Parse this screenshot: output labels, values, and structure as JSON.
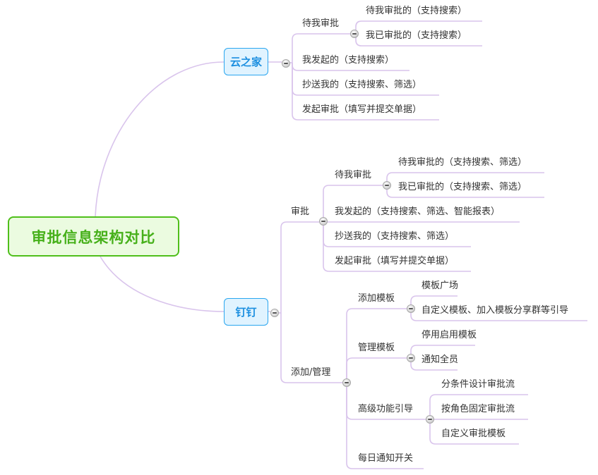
{
  "root": {
    "label": "审批信息架构对比"
  },
  "branches": [
    {
      "label": "云之家",
      "children": [
        {
          "label": "待我审批",
          "children": [
            {
              "label": "待我审批的（支持搜索）"
            },
            {
              "label": "我已审批的（支持搜索）"
            }
          ]
        },
        {
          "label": "我发起的（支持搜索）"
        },
        {
          "label": "抄送我的（支持搜索、筛选）"
        },
        {
          "label": "发起审批（填写并提交单据）"
        }
      ]
    },
    {
      "label": "钉钉",
      "children": [
        {
          "label": "审批",
          "children": [
            {
              "label": "待我审批",
              "children": [
                {
                  "label": "待我审批的（支持搜索、筛选）"
                },
                {
                  "label": "我已审批的（支持搜索、筛选）"
                }
              ]
            },
            {
              "label": "我发起的（支持搜索、筛选、智能报表）"
            },
            {
              "label": "抄送我的（支持搜索、筛选）"
            },
            {
              "label": "发起审批（填写并提交单据）"
            }
          ]
        },
        {
          "label": "添加/管理",
          "children": [
            {
              "label": "添加模板",
              "children": [
                {
                  "label": "模板广场"
                },
                {
                  "label": "自定义模板、加入模板分享群等引导"
                }
              ]
            },
            {
              "label": "管理模板",
              "children": [
                {
                  "label": "停用启用模板"
                },
                {
                  "label": "通知全员"
                }
              ]
            },
            {
              "label": "高级功能引导",
              "children": [
                {
                  "label": "分条件设计审批流"
                },
                {
                  "label": "按角色固定审批流"
                },
                {
                  "label": "自定义审批模板"
                }
              ]
            },
            {
              "label": "每日通知开关"
            }
          ]
        }
      ]
    }
  ],
  "colors": {
    "line": "#d9c4ec",
    "root_border": "#4fbf1a",
    "main_border": "#2aa6ef"
  },
  "icons": {
    "collapse": "minus-circle-icon"
  }
}
